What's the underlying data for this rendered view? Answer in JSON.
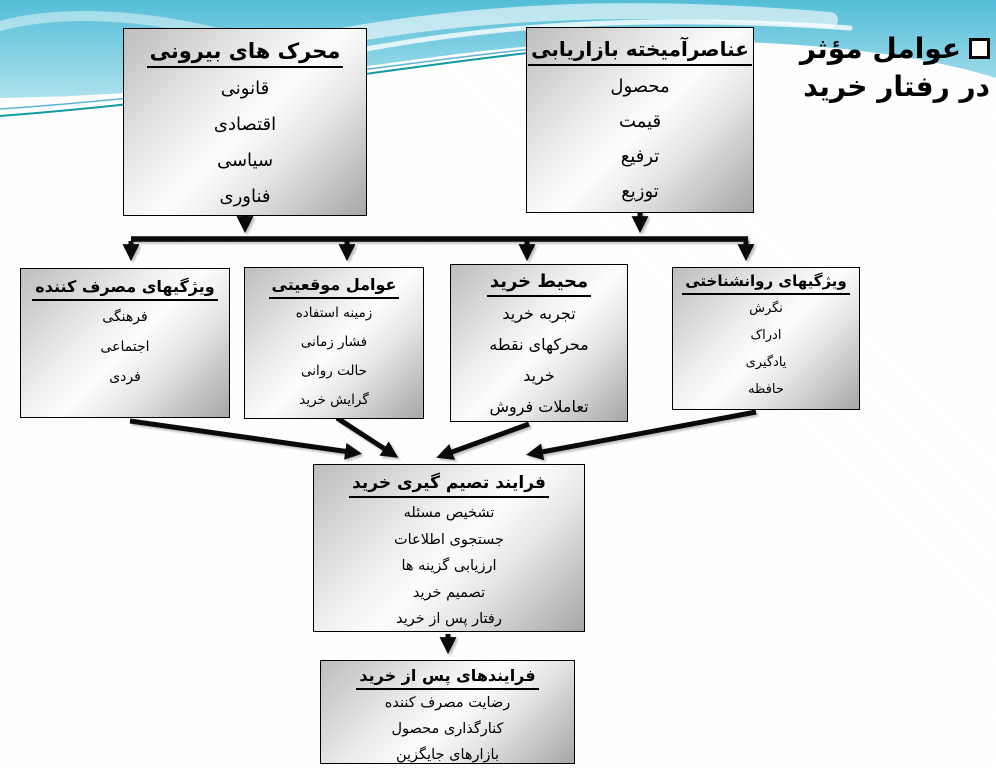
{
  "slide": {
    "heading": {
      "bullet_icon": "square-bullet",
      "line1": "عوامل مؤثر",
      "line2": "در رفتار خرید"
    }
  },
  "diagram": {
    "boxes": [
      {
        "id": "external-stimuli",
        "title": "محرک های بیرونی",
        "items": [
          "قانونی",
          "اقتصادی",
          "سیاسی",
          "فناوری"
        ]
      },
      {
        "id": "marketing-mix",
        "title": "عناصرآمیخته بازاریابی",
        "items": [
          "محصول",
          "قیمت",
          "ترفیع",
          "توزیع"
        ]
      },
      {
        "id": "consumer-characteristics",
        "title": "ویژگیهای مصرف کننده",
        "items": [
          "فرهنگی",
          "اجتماعی",
          "فردی"
        ]
      },
      {
        "id": "situational-factors",
        "title": "عوامل موقعیتی",
        "items": [
          "زمینه استفاده",
          "فشار زمانی",
          "حالت روانی",
          "گرایش خرید"
        ]
      },
      {
        "id": "purchase-environment",
        "title": "محیط خرید",
        "items": [
          "تجربه خرید",
          "محرکهای نقطه\nخرید",
          "تعاملات فروش"
        ]
      },
      {
        "id": "psychological-characteristics",
        "title": "ویژگیهای روانشناختی",
        "items": [
          "نگرش",
          "ادراک",
          "یادگیری",
          "حافظه"
        ]
      },
      {
        "id": "decision-process",
        "title": "فرایند تصیم گیری خرید",
        "items": [
          "تشخیص مسئله",
          "جستجوی اطلاعات",
          "ارزیابی گزینه ها",
          "تصمیم خرید",
          "رفتار پس از خرید"
        ]
      },
      {
        "id": "post-purchase-processes",
        "title": "فرایندهای پس از خرید",
        "items": [
          "رضایت مصرف کننده",
          "کنارگذاری محصول",
          "بازارهای جایگزین"
        ]
      }
    ]
  },
  "colors": {
    "wave_blue_top": "#54bed8",
    "wave_blue_bottom": "#aee2ee",
    "accent_teal_line": "#129aa5",
    "accent_blue_line": "#5ab4d6",
    "box_border": "#000000",
    "arrow": "#0a0a0a",
    "text": "#000000"
  }
}
